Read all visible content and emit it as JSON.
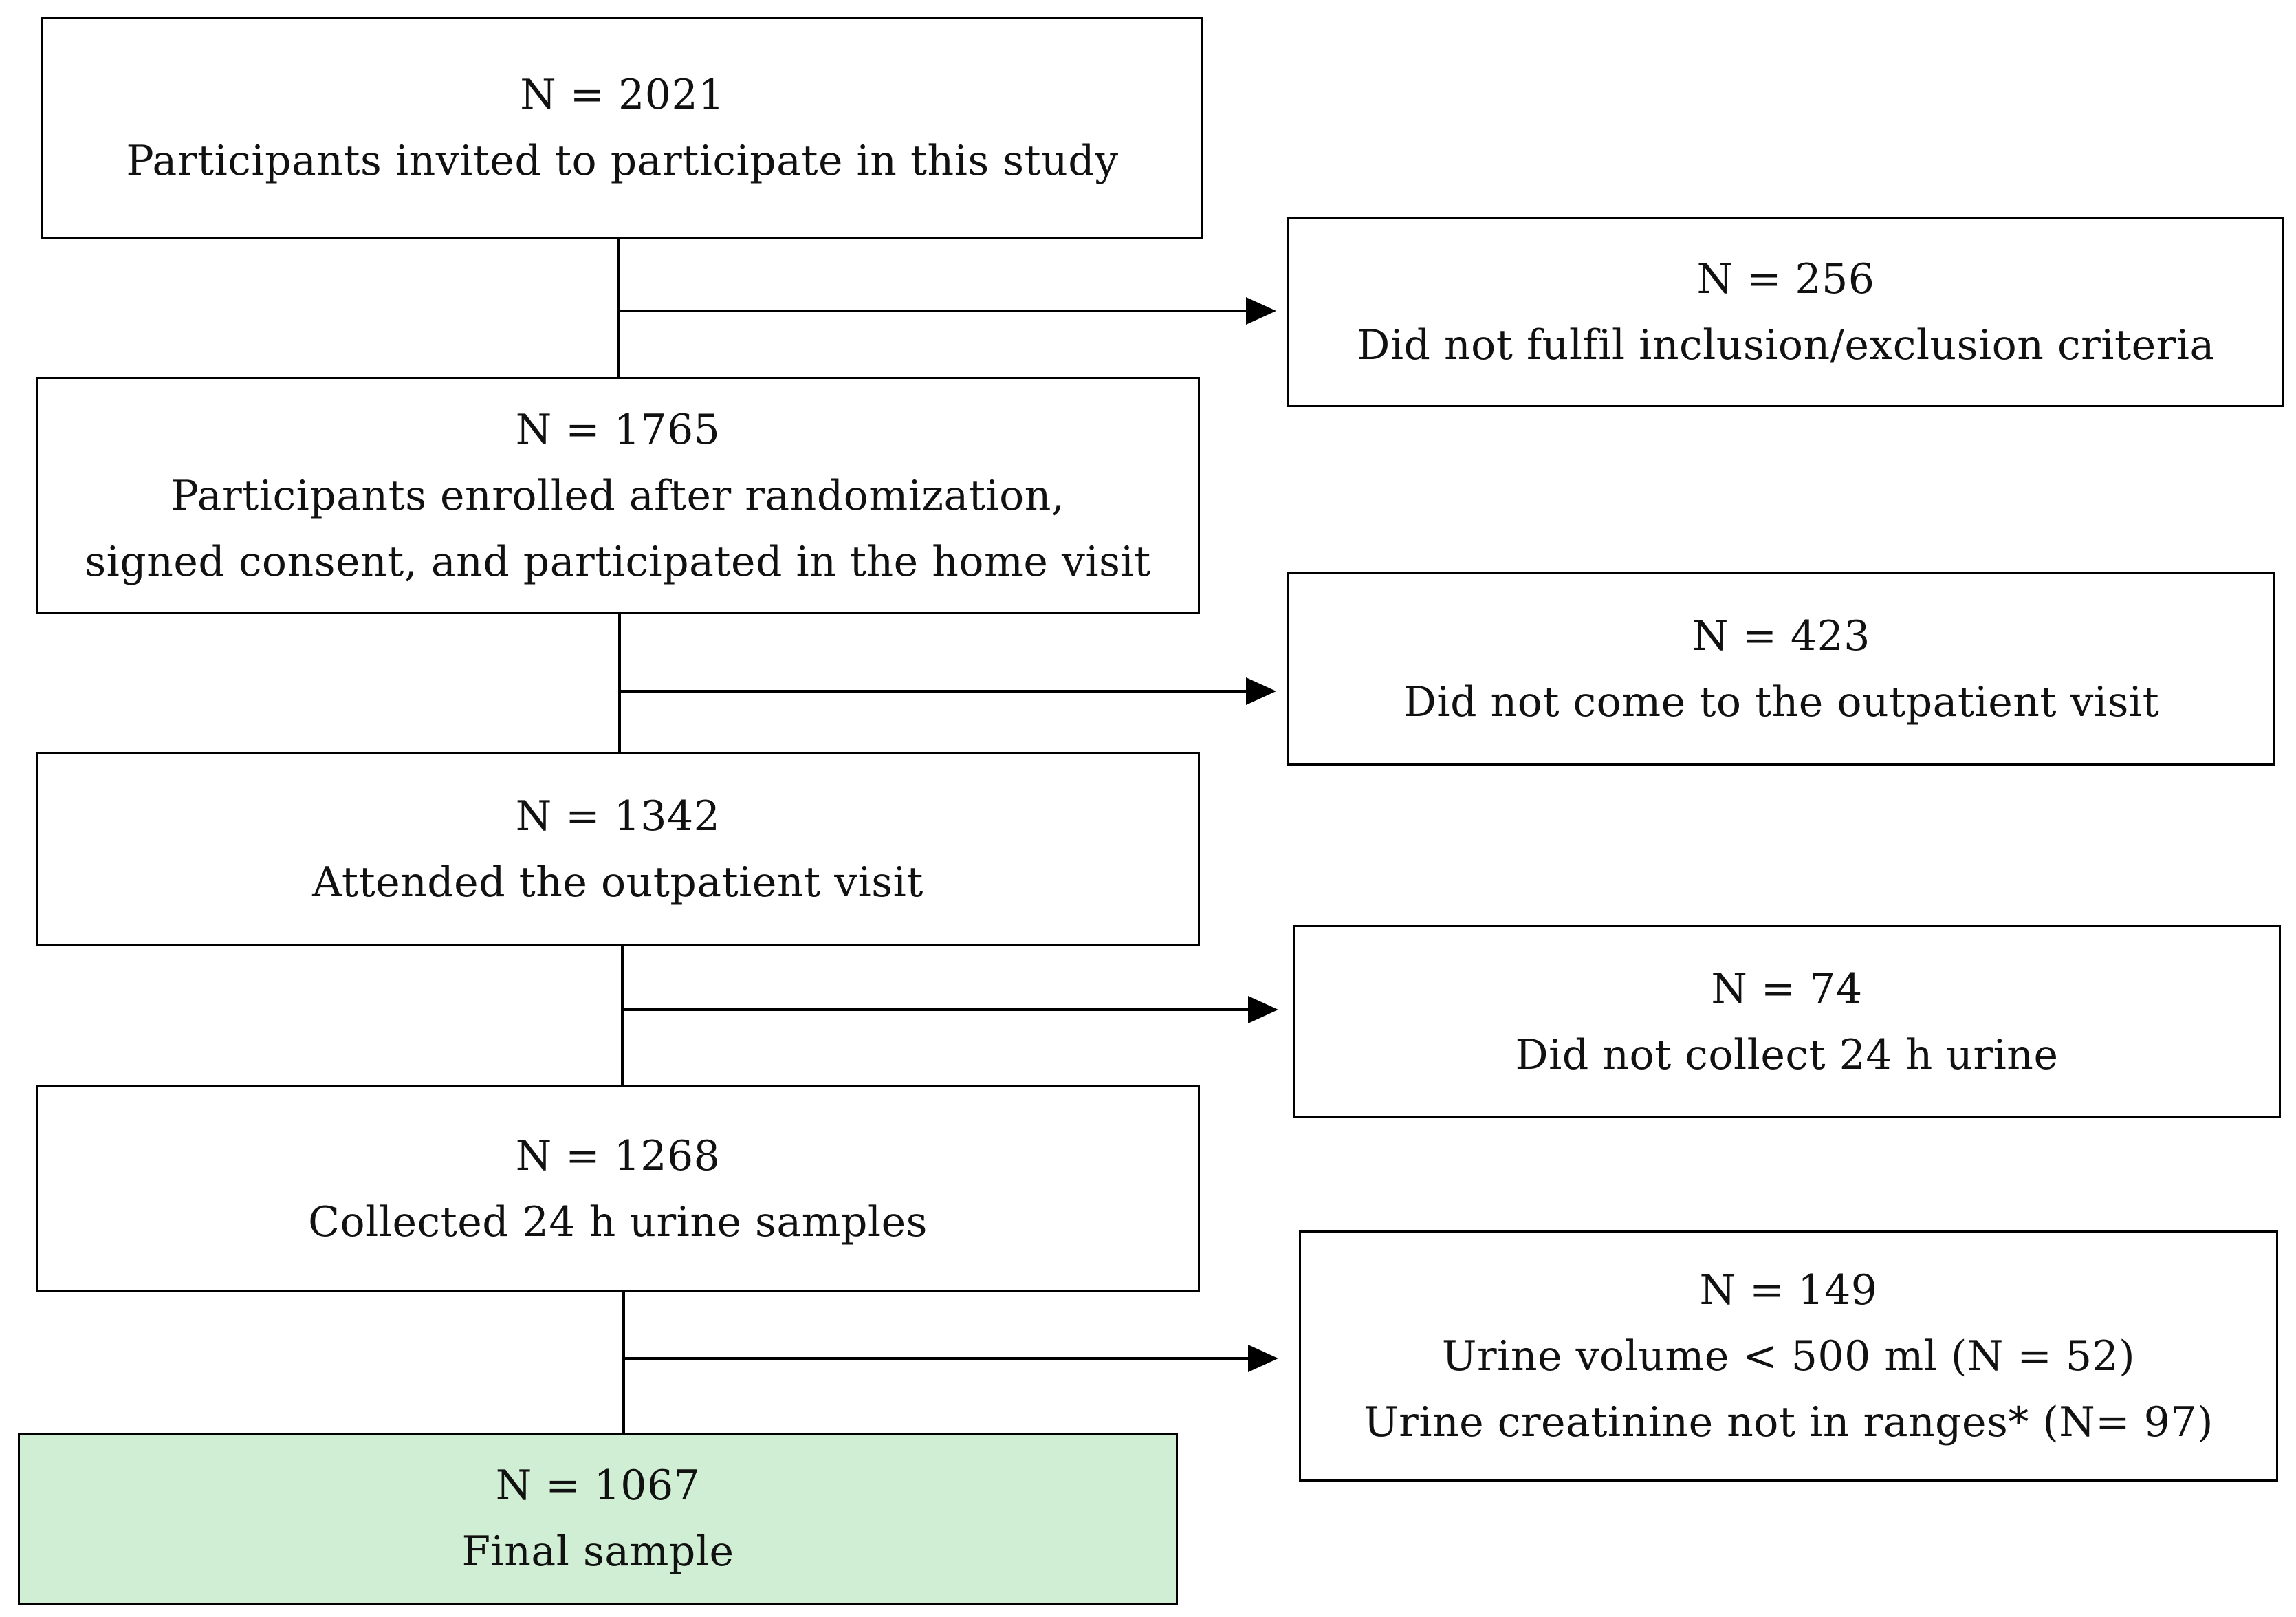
{
  "colors": {
    "border": "#000000",
    "final_fill": "#cfeed3",
    "background": "#ffffff"
  },
  "main_steps": [
    {
      "count": "N = 2021",
      "lines": [
        "Participants invited  to participate in this study"
      ]
    },
    {
      "count": "N = 1765",
      "lines": [
        "Participants enrolled after randomization,",
        "signed consent, and participated in the home visit"
      ]
    },
    {
      "count": "N = 1342",
      "lines": [
        "Attended the outpatient visit"
      ]
    },
    {
      "count": "N = 1268",
      "lines": [
        "Collected 24 h urine samples"
      ]
    },
    {
      "count": "N = 1067",
      "lines": [
        "Final sample"
      ]
    }
  ],
  "exclusions": [
    {
      "count": "N = 256",
      "lines": [
        "Did not fulfil inclusion/exclusion  criteria"
      ]
    },
    {
      "count": "N = 423",
      "lines": [
        "Did not come to the outpatient visit"
      ]
    },
    {
      "count": "N = 74",
      "lines": [
        "Did not collect 24 h urine"
      ]
    },
    {
      "count": "N = 149",
      "lines": [
        "Urine volume < 500 ml (N = 52)",
        "Urine creatinine not in ranges* (N= 97)"
      ]
    }
  ]
}
